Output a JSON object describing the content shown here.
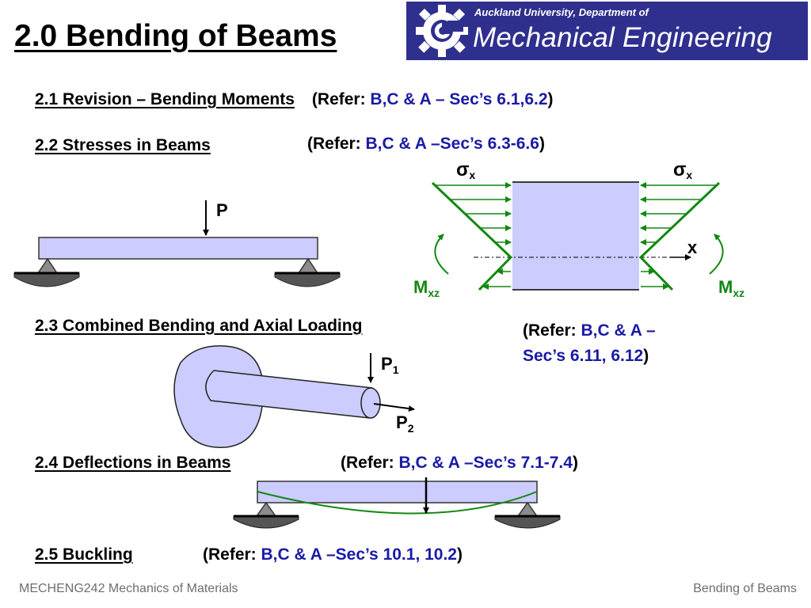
{
  "slide": {
    "title": "2.0  Bending of Beams",
    "logo": {
      "line1": "Auckland University, Department of",
      "line2": "Mechanical Engineering"
    },
    "sections": [
      {
        "heading": "2.1  Revision – Bending Moments",
        "refer_label": "(Refer: ",
        "refer_ref": "B,C & A – Sec’s 6.1,6.2",
        "refer_close": ")"
      },
      {
        "heading": "2.2  Stresses in Beams",
        "refer_label": "(Refer: ",
        "refer_ref": "B,C & A –Sec’s 6.3-6.6",
        "refer_close": ")"
      },
      {
        "heading": "2.3  Combined Bending and Axial Loading",
        "refer_label": "(Refer: ",
        "refer_ref_line1": "B,C & A –",
        "refer_ref_line2": "Sec’s 6.11, 6.12",
        "refer_close": ")"
      },
      {
        "heading": "2.4  Deflections in Beams",
        "refer_label": "(Refer: ",
        "refer_ref": "B,C & A –Sec’s 7.1-7.4",
        "refer_close": ")"
      },
      {
        "heading": "2.5  Buckling",
        "refer_label": "(Refer: ",
        "refer_ref": "B,C & A –Sec’s 10.1, 10.2",
        "refer_close": ")"
      }
    ],
    "diagram_labels": {
      "load_p": "P",
      "sigma": "σ",
      "sigma_sub": "x",
      "axis_x": "x",
      "moment": "M",
      "moment_sub": "xz",
      "p1": "P",
      "p1_sub": "1",
      "p2": "P",
      "p2_sub": "2"
    },
    "footer": {
      "left": "MECHENG242 Mechanics of Materials",
      "right": "Bending of Beams"
    }
  },
  "colors": {
    "beam_fill": "#ccccff",
    "stress_green": "#118811",
    "reference_blue": "#1a1aa6",
    "logo_background": "#2f2f8e",
    "support_gray": "#8c8c8c"
  }
}
